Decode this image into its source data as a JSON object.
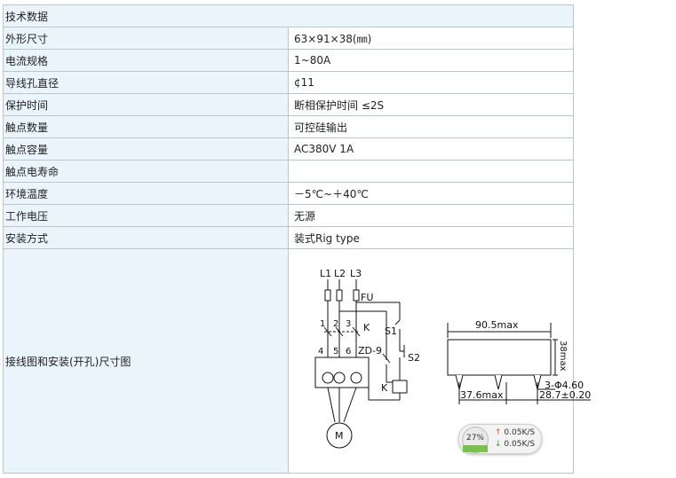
{
  "table": {
    "header": "技术数据",
    "rows": [
      {
        "label": "外形尺寸",
        "value": "63×91×38(㎜)"
      },
      {
        "label": "电流规格",
        "value": "1~80A"
      },
      {
        "label": "导线孔直径",
        "value": "¢11"
      },
      {
        "label": "保护时间",
        "value": "断相保护时间 ≤2S"
      },
      {
        "label": "触点数量",
        "value": "可控硅输出"
      },
      {
        "label": "触点容量",
        "value": "AC380V 1A"
      },
      {
        "label": "触点电寿命",
        "value": ""
      },
      {
        "label": "环境温度",
        "value": "－5℃~＋40℃"
      },
      {
        "label": "工作电压",
        "value": "无源"
      },
      {
        "label": "安装方式",
        "value": "装式Rig type"
      }
    ],
    "diagram_row_label": "接线图和安装(开孔)尺寸图"
  },
  "wiring": {
    "phases": [
      "L1",
      "L2",
      "L3"
    ],
    "fuse": "FU",
    "terminals": [
      "1",
      "2",
      "3",
      "4",
      "5",
      "6"
    ],
    "relay": "ZD-9",
    "contact": "K",
    "switch1": "S1",
    "switch2": "S2",
    "coil": "K",
    "motor": "M"
  },
  "dimensions": {
    "width": "90.5max",
    "height": "38max",
    "spacing": "37.6max",
    "holes": "3-Φ4.60",
    "pitch": "28.7±0.20"
  },
  "speed_widget": {
    "percent": "27%",
    "percent_value": 0.27,
    "upload": "0.05K/S",
    "download": "0.05K/S",
    "colors": {
      "gauge": "#7ac24a",
      "up_arrow": "#e0561b",
      "down_arrow": "#2e9d2e"
    }
  }
}
